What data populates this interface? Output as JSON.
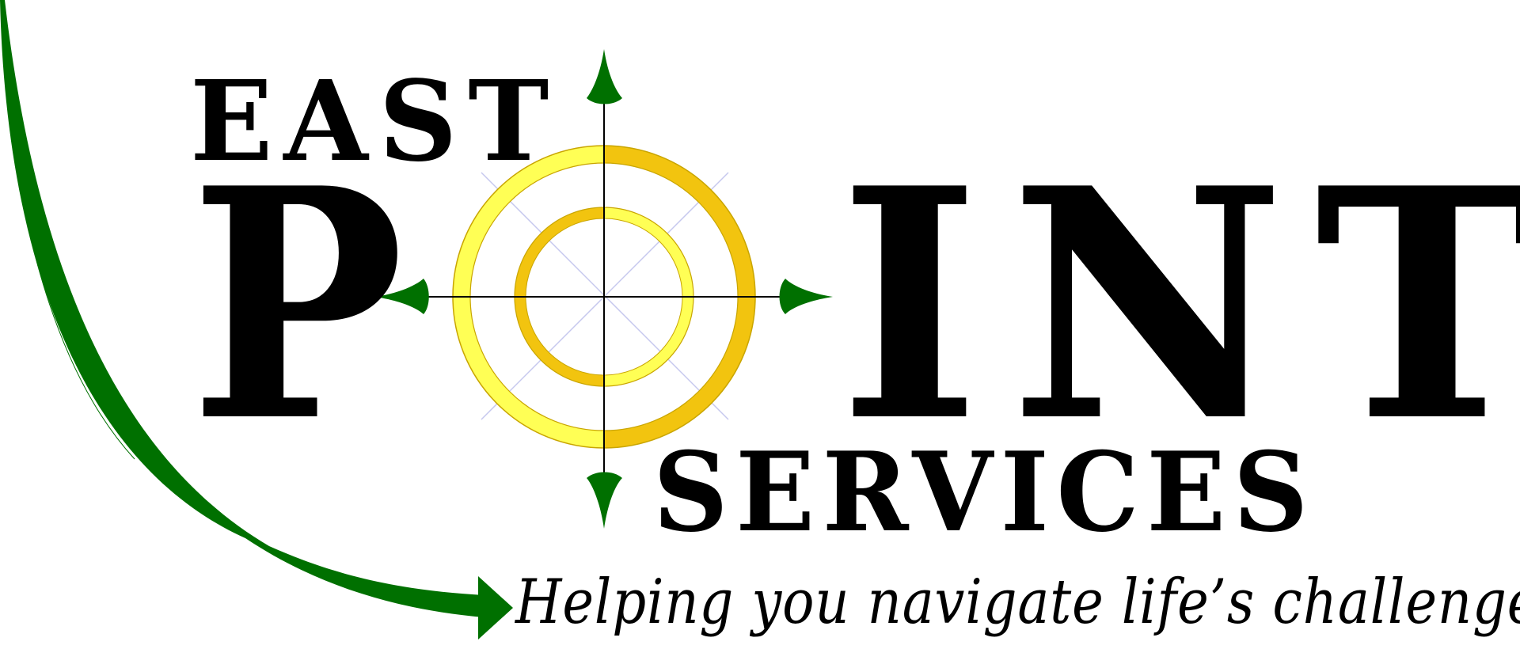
{
  "logo": {
    "word_east": "EAST",
    "word_p": "P",
    "word_int": "INT",
    "word_services": "SERVICES",
    "tagline": "Helping you navigate life’s challenges",
    "compass_icon": "compass-icon",
    "arrow_icon": "curved-arrow-icon"
  },
  "colors": {
    "text": "#000000",
    "arrow_green": "#007000",
    "ring_yellow": "#ffff55",
    "ring_gold": "#f2c40f",
    "background": "#ffffff"
  }
}
